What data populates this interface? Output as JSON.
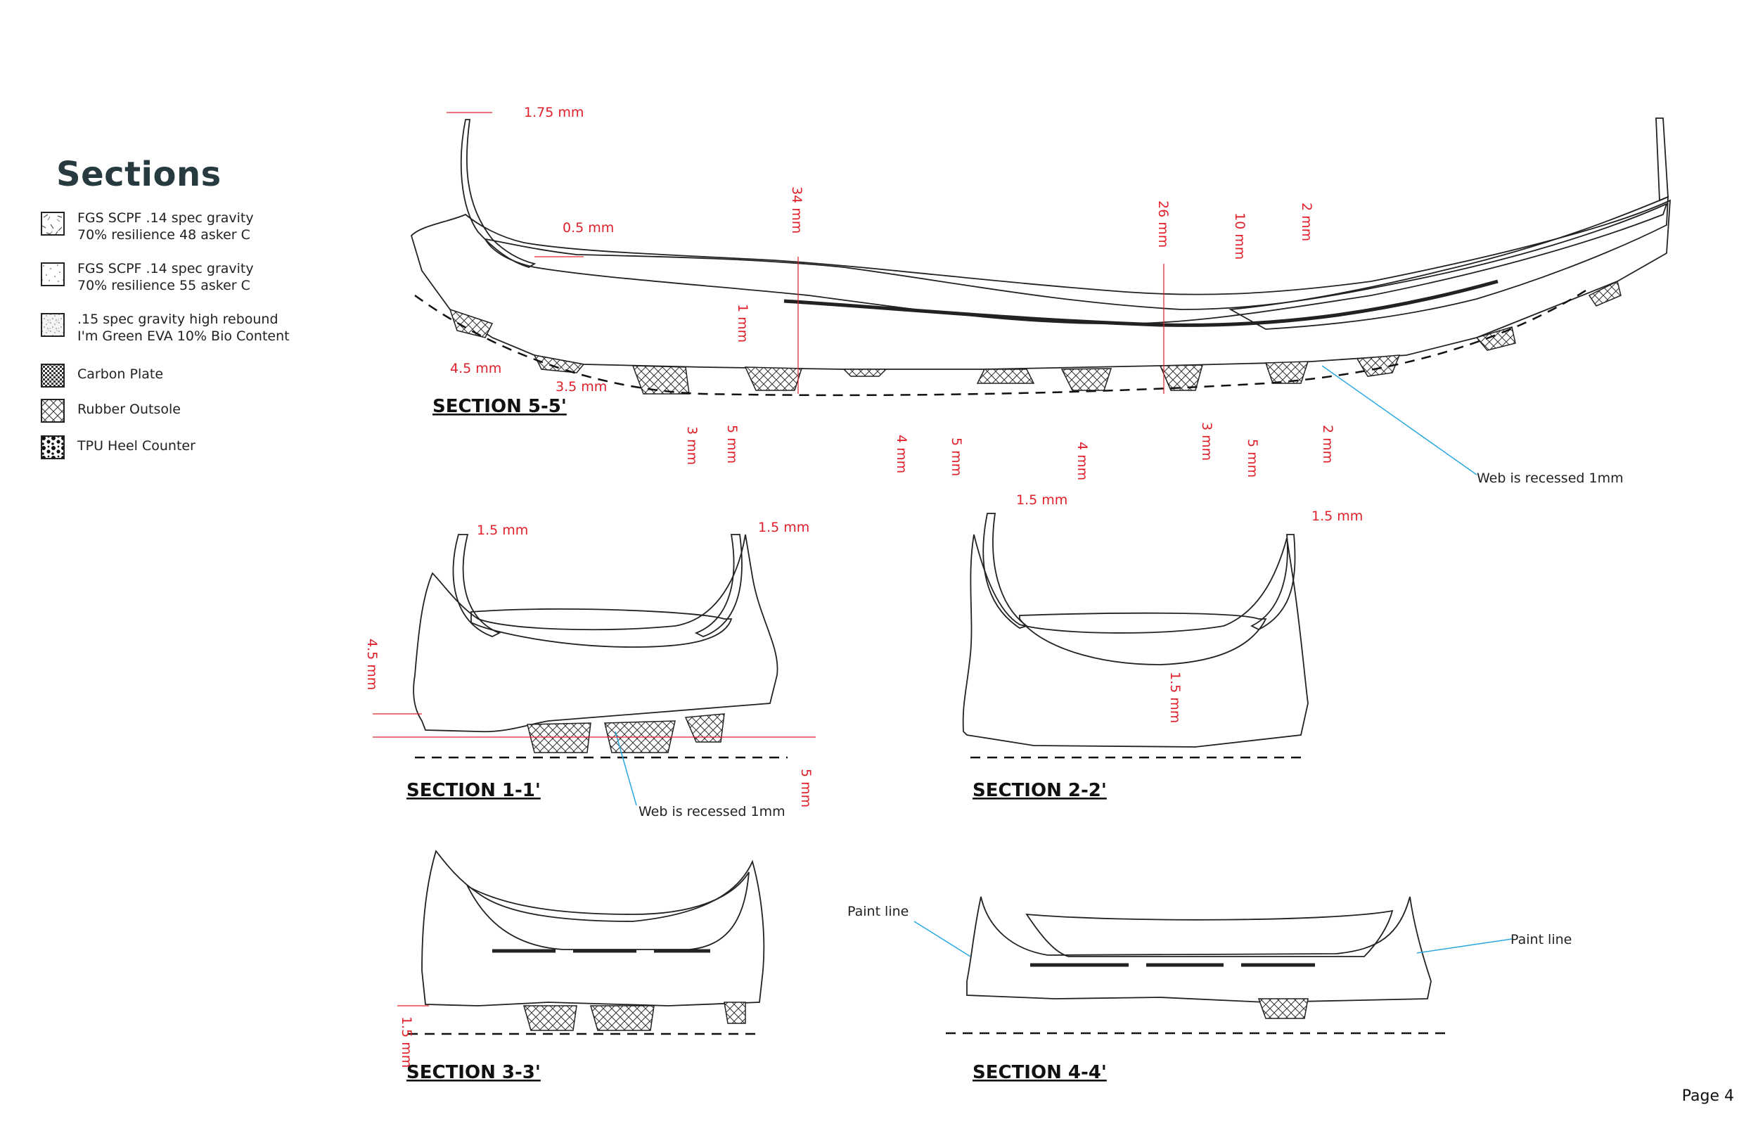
{
  "title": "Sections",
  "legend": [
    {
      "icon": "fgs-48c-pattern",
      "line1": "FGS SCPF .14 spec gravity",
      "line2": "70% resilience 48 asker C"
    },
    {
      "icon": "fgs-55c-pattern",
      "line1": "FGS SCPF .14 spec gravity",
      "line2": "70% resilience 55 asker C"
    },
    {
      "icon": "eva-pattern",
      "line1": ".15 spec gravity high rebound",
      "line2": "I'm Green EVA 10% Bio Content"
    },
    {
      "icon": "carbon-plate-pattern",
      "line1": "Carbon Plate",
      "line2": ""
    },
    {
      "icon": "rubber-outsole-pattern",
      "line1": "Rubber Outsole",
      "line2": ""
    },
    {
      "icon": "tpu-heel-counter-pattern",
      "line1": "TPU Heel Counter",
      "line2": ""
    }
  ],
  "sections": {
    "s55": {
      "label": "SECTION 5-5'",
      "dims": [
        "1.75 mm",
        "0.5 mm",
        "4.5 mm",
        "3.5 mm",
        "34 mm",
        "1 mm",
        "26 mm",
        "10 mm",
        "2 mm",
        "3 mm",
        "5 mm",
        "4 mm",
        "5 mm",
        "4 mm",
        "3 mm",
        "5 mm",
        "2 mm"
      ],
      "note": "Web is recessed 1mm"
    },
    "s11": {
      "label": "SECTION 1-1'",
      "dims": [
        "1.5 mm",
        "1.5 mm",
        "4.5 mm",
        "5 mm"
      ],
      "note": "Web is recessed 1mm"
    },
    "s22": {
      "label": "SECTION 2-2'",
      "dims": [
        "1.5 mm",
        "1.5 mm",
        "1.5 mm"
      ]
    },
    "s33": {
      "label": "SECTION 3-3'",
      "dims": [
        "1.5 mm"
      ]
    },
    "s44": {
      "label": "SECTION 4-4'",
      "note_left": "Paint line",
      "note_right": "Paint line"
    }
  },
  "page": "Page 4",
  "colors": {
    "dimension": "#e0202a",
    "callout": "#29a8e0",
    "title": "#263a40"
  }
}
